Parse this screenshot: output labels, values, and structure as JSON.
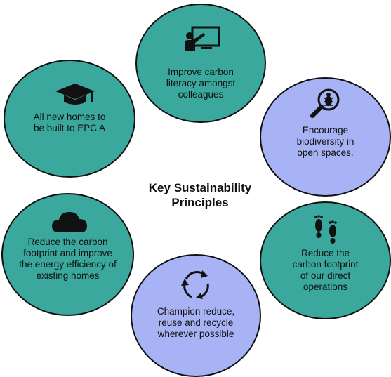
{
  "title": "Key Sustainability\nPrinciples",
  "principles": [
    {
      "id": "carbon-literacy",
      "text": "Improve carbon\nliteracy amongst\ncolleagues",
      "icon": "presentation-board-icon",
      "color": "#3aa89c"
    },
    {
      "id": "biodiversity",
      "text": "Encourage\nbiodiversity in\nopen spaces.",
      "icon": "magnifier-bug-icon",
      "color": "#a7b3f5"
    },
    {
      "id": "direct-operations",
      "text": "Reduce the\ncarbon footprint\nof our direct\noperations",
      "icon": "footprints-icon",
      "color": "#3aa89c"
    },
    {
      "id": "reduce-reuse-recycle",
      "text": "Champion reduce,\nreuse and recycle\nwherever possible",
      "icon": "recycle-arrows-icon",
      "color": "#a7b3f5"
    },
    {
      "id": "existing-homes",
      "text": "Reduce the carbon\nfootprint and improve\nthe energy efficiency of\nexisting homes",
      "icon": "cloud-icon",
      "color": "#3aa89c"
    },
    {
      "id": "new-homes",
      "text": "All new homes to\nbe built to EPC A",
      "icon": "graduation-cap-icon",
      "color": "#3aa89c"
    }
  ]
}
